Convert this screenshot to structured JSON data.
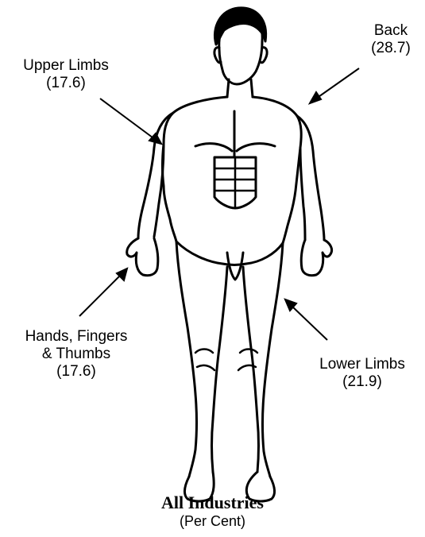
{
  "callouts": {
    "upper_limbs": {
      "label": "Upper Limbs",
      "value": "(17.6)"
    },
    "back": {
      "label": "Back",
      "value": "(28.7)"
    },
    "hands": {
      "label_line1": "Hands, Fingers",
      "label_line2": "& Thumbs",
      "value": "(17.6)"
    },
    "lower_limbs": {
      "label": "Lower Limbs",
      "value": "(21.9)"
    }
  },
  "caption": {
    "title": "All Industries",
    "subtitle": "(Per Cent)"
  },
  "colors": {
    "ink": "#000000",
    "background": "#ffffff"
  }
}
